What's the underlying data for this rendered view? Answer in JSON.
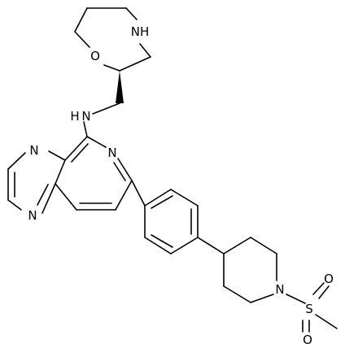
{
  "molecule": {
    "atom_labels": {
      "morpholine_nh": "NH",
      "morpholine_o": "O",
      "amine_nh": "H",
      "amine_n": "N",
      "pyrazine_n_top": "N",
      "pyrazine_n_bottom": "N",
      "pyridine_n": "N",
      "piperidine_n": "N",
      "sulfonyl_s": "S",
      "sulfonyl_o_top": "O",
      "sulfonyl_o_bottom": "O"
    }
  }
}
